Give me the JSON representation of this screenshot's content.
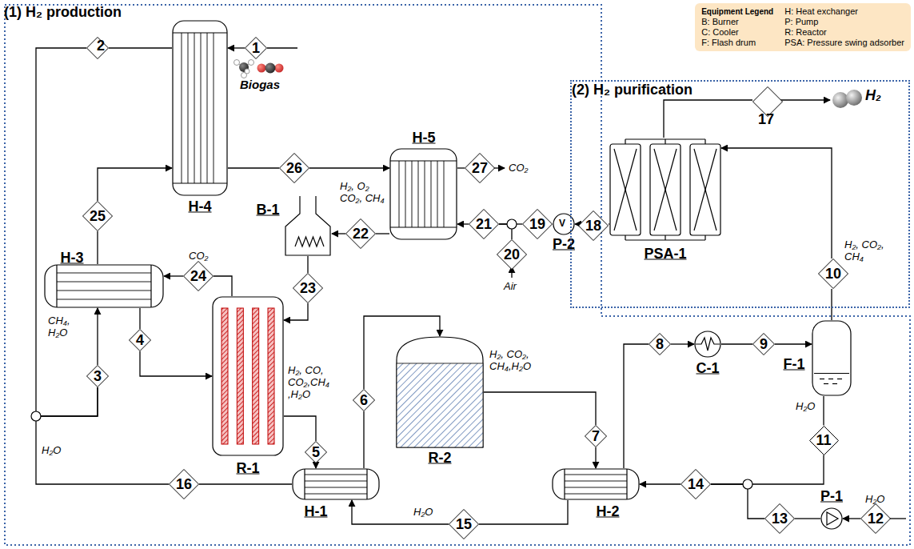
{
  "diagram": {
    "nodes": [
      {
        "text": [
          "(1) H₂ production"
        ]
      },
      {
        "text": [
          "Equipment Legend",
          "B: Burner",
          "C: Cooler",
          "F: Flash drum",
          "H: Heat exchanger",
          "P: Pump",
          "R: Reactor",
          "PSA: Pressure swing adsorber"
        ]
      },
      {
        "text": [
          "(2) H₂ purification"
        ]
      },
      {
        "text": [
          "2"
        ],
        "in": 0
      },
      {
        "text": [
          "H-4"
        ],
        "in": 0
      },
      {
        "text": [
          "1"
        ],
        "in": 0
      },
      {
        "text": [
          "26"
        ],
        "in": 0
      },
      {
        "text": [
          "H-5"
        ],
        "in": 0
      },
      {
        "text": [
          "27"
        ],
        "in": 0
      },
      {
        "text": [
          "25"
        ],
        "in": 0
      },
      {
        "text": [
          "B-1"
        ],
        "in": 0
      },
      {
        "text": [
          "22"
        ],
        "in": 0
      },
      {
        "text": [
          "21"
        ],
        "in": 0
      },
      {
        "text": [
          "19"
        ],
        "in": 0
      },
      {
        "text": [
          "20"
        ],
        "in": 0
      },
      {
        "text": [
          "H-3"
        ],
        "in": 0
      },
      {
        "text": [
          "24"
        ],
        "in": 0
      },
      {
        "text": [
          "23"
        ],
        "in": 0
      },
      {
        "text": [
          "3"
        ],
        "in": 0
      },
      {
        "text": [
          "4"
        ],
        "in": 0
      },
      {
        "text": [
          "R-1"
        ],
        "in": 0
      },
      {
        "text": [
          "5"
        ],
        "in": 0
      },
      {
        "text": [
          "6"
        ],
        "in": 0
      },
      {
        "text": [
          "R-2"
        ],
        "in": 0
      },
      {
        "text": [
          "7"
        ],
        "in": 0
      },
      {
        "text": [
          "H-1"
        ],
        "in": 0
      },
      {
        "text": [
          "H-2"
        ],
        "in": 0
      },
      {
        "text": [
          "8"
        ],
        "in": 0
      },
      {
        "text": [
          "C-1"
        ],
        "in": 0
      },
      {
        "text": [
          "9"
        ],
        "in": 0
      },
      {
        "text": [
          "F-1"
        ],
        "in": 0
      },
      {
        "text": [
          "12"
        ],
        "in": 0
      },
      {
        "text": [
          "P-1"
        ],
        "in": 0
      },
      {
        "text": [
          "13"
        ],
        "in": 0
      },
      {
        "text": [
          "14"
        ],
        "in": 0
      },
      {
        "text": [
          "11"
        ],
        "in": 0
      },
      {
        "text": [
          "16"
        ],
        "in": 0
      },
      {
        "text": [
          "15"
        ],
        "in": 0
      },
      {
        "text": [
          "P-2"
        ],
        "in": 0
      },
      {
        "text": [
          "17"
        ],
        "in": 2
      },
      {
        "text": [
          "PSA-1"
        ],
        "in": 2
      },
      {
        "text": [
          "18"
        ],
        "in": 2
      },
      {
        "text": [
          "10"
        ],
        "in": 2
      }
    ],
    "edges": [
      {
        "from": 5,
        "to": 4,
        "arrow": "to"
      },
      {
        "from": 4,
        "to": 3,
        "arrow": "none"
      },
      {
        "from": 3,
        "to": 18,
        "arrow": "none"
      },
      {
        "from": 36,
        "to": 18,
        "arrow": "none"
      },
      {
        "from": 18,
        "to": 15,
        "arrow": "to"
      },
      {
        "from": 15,
        "to": 9,
        "arrow": "none"
      },
      {
        "from": 9,
        "to": 4,
        "arrow": "to"
      },
      {
        "from": 4,
        "to": 6,
        "arrow": "none"
      },
      {
        "from": 6,
        "to": 7,
        "arrow": "to"
      },
      {
        "from": 7,
        "to": 8,
        "arrow": "none"
      },
      {
        "from": 15,
        "to": 19,
        "arrow": "none"
      },
      {
        "from": 19,
        "to": 20,
        "arrow": "to"
      },
      {
        "from": 20,
        "to": 16,
        "arrow": "none"
      },
      {
        "from": 16,
        "to": 15,
        "arrow": "to"
      },
      {
        "from": 10,
        "to": 17,
        "arrow": "none"
      },
      {
        "from": 17,
        "to": 20,
        "arrow": "to"
      },
      {
        "from": 7,
        "to": 11,
        "arrow": "none"
      },
      {
        "from": 11,
        "to": 10,
        "arrow": "to"
      },
      {
        "from": 12,
        "to": 7,
        "arrow": "to"
      },
      {
        "from": 13,
        "to": 12,
        "arrow": "none"
      },
      {
        "from": 14,
        "to": 12,
        "arrow": "none"
      },
      {
        "from": 38,
        "to": 13,
        "arrow": "none"
      },
      {
        "from": 41,
        "to": 38,
        "arrow": "to"
      },
      {
        "from": 40,
        "to": 41,
        "arrow": "none"
      },
      {
        "from": 40,
        "to": 39,
        "arrow": "none"
      },
      {
        "from": 30,
        "to": 42,
        "arrow": "none"
      },
      {
        "from": 42,
        "to": 40,
        "arrow": "to"
      },
      {
        "from": 20,
        "to": 21,
        "arrow": "none"
      },
      {
        "from": 21,
        "to": 25,
        "arrow": "to"
      },
      {
        "from": 25,
        "to": 22,
        "arrow": "none"
      },
      {
        "from": 22,
        "to": 23,
        "arrow": "to"
      },
      {
        "from": 23,
        "to": 24,
        "arrow": "none"
      },
      {
        "from": 24,
        "to": 26,
        "arrow": "to"
      },
      {
        "from": 26,
        "to": 27,
        "arrow": "none"
      },
      {
        "from": 27,
        "to": 28,
        "arrow": "to"
      },
      {
        "from": 28,
        "to": 29,
        "arrow": "none"
      },
      {
        "from": 29,
        "to": 30,
        "arrow": "to"
      },
      {
        "from": 30,
        "to": 35,
        "arrow": "none"
      },
      {
        "from": 35,
        "to": 34,
        "arrow": "none"
      },
      {
        "from": 31,
        "to": 32,
        "arrow": "to"
      },
      {
        "from": 32,
        "to": 33,
        "arrow": "none"
      },
      {
        "from": 33,
        "to": 34,
        "arrow": "none"
      },
      {
        "from": 34,
        "to": 26,
        "arrow": "to"
      },
      {
        "from": 26,
        "to": 37,
        "arrow": "none"
      },
      {
        "from": 37,
        "to": 25,
        "arrow": "to"
      },
      {
        "from": 25,
        "to": 36,
        "arrow": "none"
      }
    ],
    "labels": [
      "Biogas",
      "CO₂",
      "H₂, O₂ CO₂, CH₄",
      "Air",
      "H₂",
      "H₂, CO₂, CH₄",
      "CO₂",
      "CH₄, H₂O",
      "H₂, CO, CO₂,CH₄ ,H₂O",
      "H₂, CO₂, CH₄,H₂O",
      "H₂O",
      "H₂O",
      "H₂O",
      "H₂O",
      "V"
    ]
  }
}
